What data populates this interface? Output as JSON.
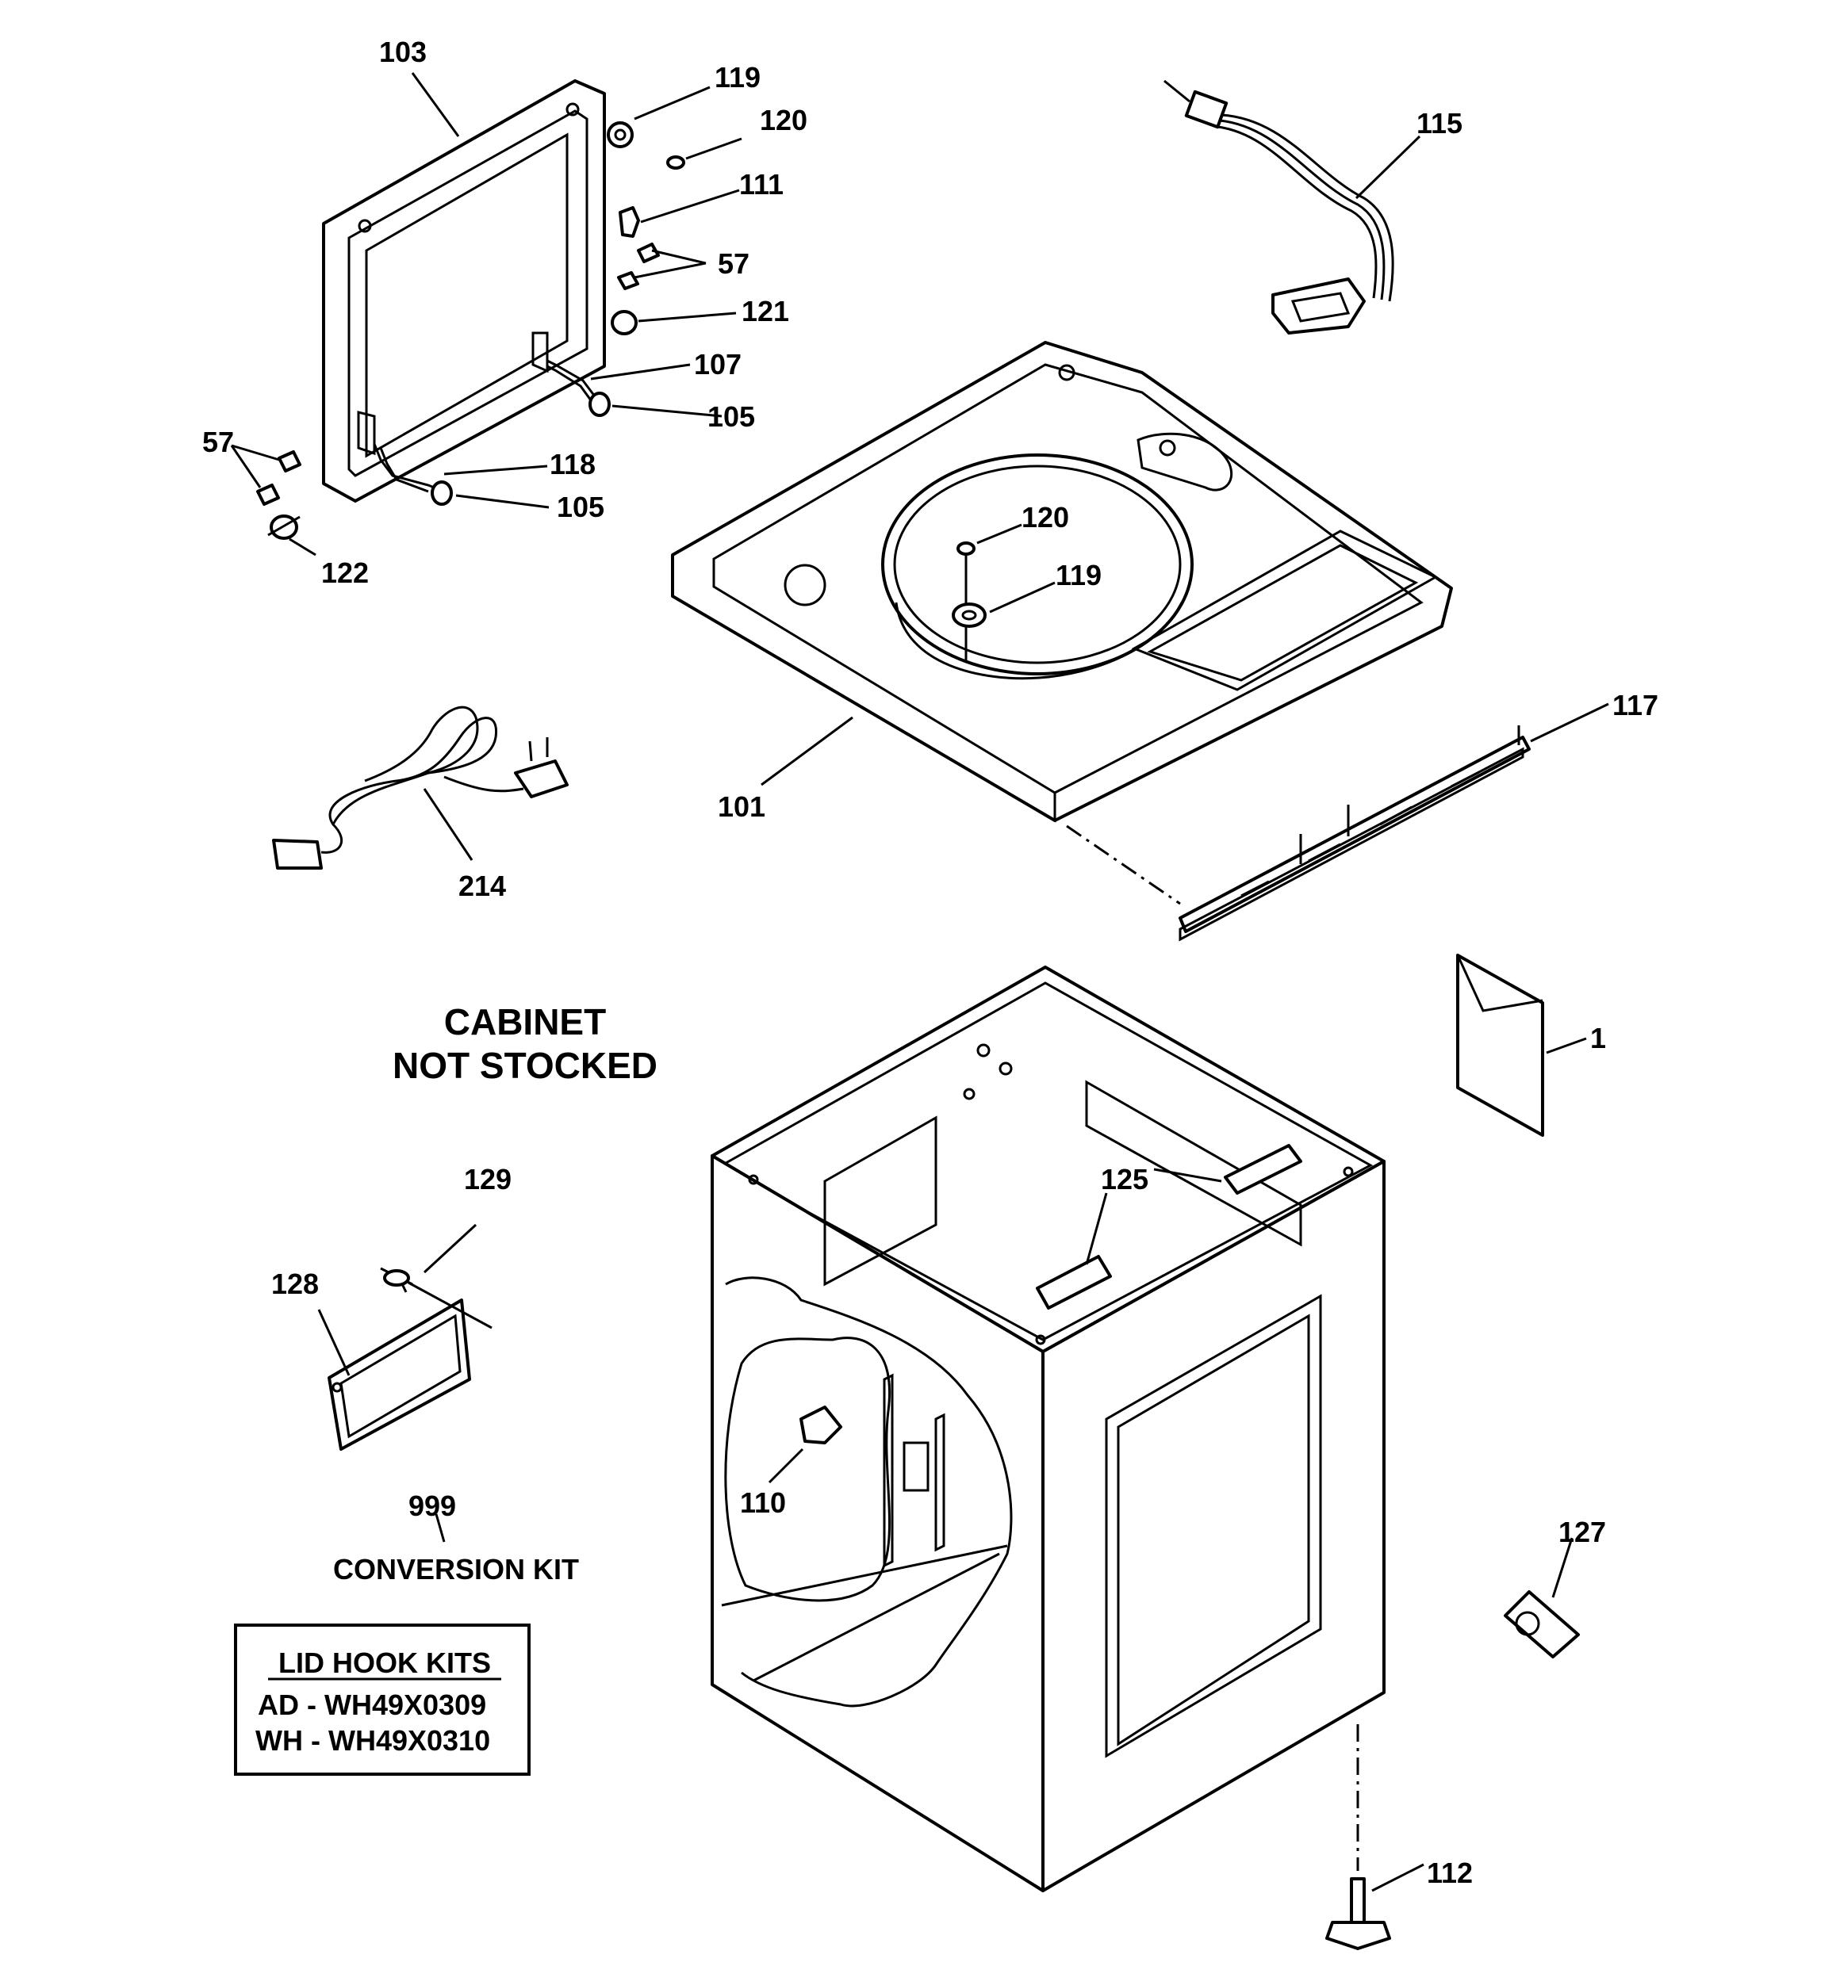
{
  "callouts": {
    "c103": "103",
    "c119a": "119",
    "c120a": "120",
    "c111": "111",
    "c57a": "57",
    "c121": "121",
    "c107": "107",
    "c105a": "105",
    "c57b": "57",
    "c118": "118",
    "c105b": "105",
    "c122": "122",
    "c115": "115",
    "c120b": "120",
    "c119b": "119",
    "c117": "117",
    "c101": "101",
    "c214": "214",
    "c1": "1",
    "c125": "125",
    "c129": "129",
    "c128": "128",
    "c110": "110",
    "c999": "999",
    "c127": "127",
    "c112": "112"
  },
  "notes": {
    "cabinet_line1": "CABINET",
    "cabinet_line2": "NOT STOCKED",
    "conversion_kit": "CONVERSION KIT"
  },
  "lid_hook_kits": {
    "title": "LID HOOK KITS",
    "row1": "AD - WH49X0309",
    "row2": "WH - WH49X0310"
  }
}
